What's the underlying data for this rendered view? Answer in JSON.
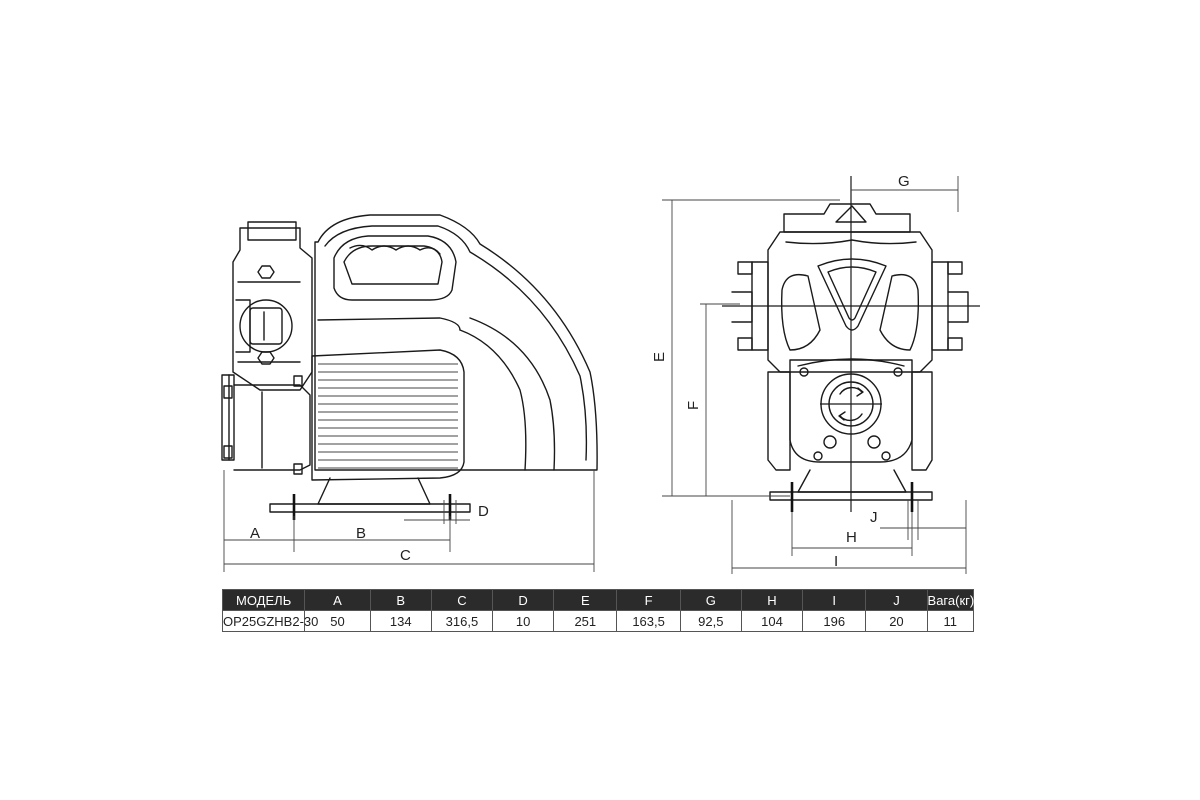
{
  "dimension_labels": {
    "A": "A",
    "B": "B",
    "C": "C",
    "D": "D",
    "E": "E",
    "F": "F",
    "G": "G",
    "H": "H",
    "I": "I",
    "J": "J"
  },
  "spec_table": {
    "headers": [
      "МОДЕЛЬ",
      "A",
      "B",
      "C",
      "D",
      "E",
      "F",
      "G",
      "H",
      "I",
      "J",
      "Вага(кг)"
    ],
    "rows": [
      [
        "OP25GZHB2-30",
        "50",
        "134",
        "316,5",
        "10",
        "251",
        "163,5",
        "92,5",
        "104",
        "196",
        "20",
        "11"
      ]
    ]
  }
}
